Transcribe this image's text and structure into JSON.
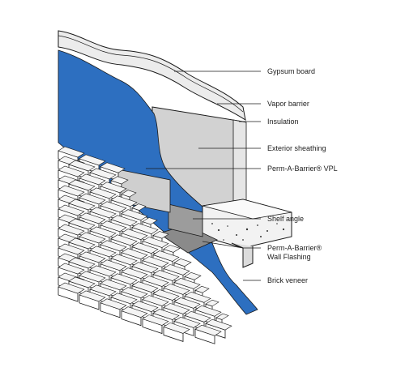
{
  "labels": {
    "gypsum": "Gypsum board",
    "vapor": "Vapor barrier",
    "insulation": "Insulation",
    "sheathing": "Exterior sheathing",
    "vpl": "Perm-A-Barrier® VPL",
    "shelf": "Shelf angle",
    "flash1": "Perm-A-Barrier®",
    "flash2": "Wall Flashing",
    "brick": "Brick veneer"
  },
  "colors": {
    "membrane": "#2d6fc0",
    "sheathing": "#d2d2d2",
    "brick": "#ffffff",
    "line": "#1a1a1a"
  }
}
